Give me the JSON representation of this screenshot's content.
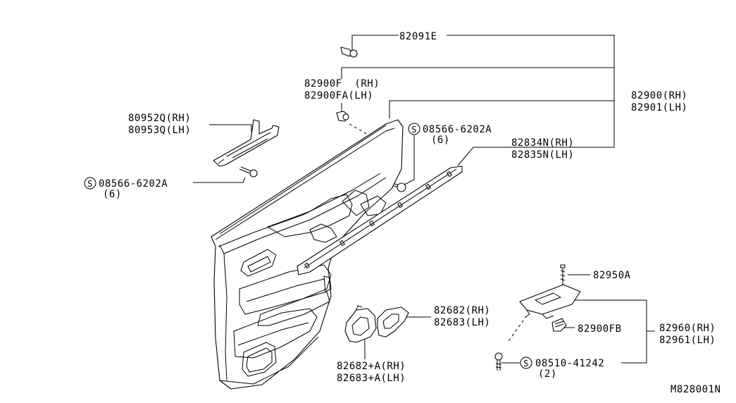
{
  "diagram_code": "M828001N",
  "screw_symbol": "S",
  "labels": {
    "clip_82091e": "82091E",
    "clip_82900f_rh": "82900F  (RH)",
    "clip_82900fa_lh": "82900FA(LH)",
    "trim_82900_rh": "82900(RH)",
    "trim_82901_lh": "82901(LH)",
    "bracket_80952q_rh": "80952Q(RH)",
    "bracket_80953q_lh": "80953Q(LH)",
    "screw_upper_right": "08566-6202A",
    "screw_upper_right_qty": "(6)",
    "screw_left": "08566-6202A",
    "screw_left_qty": "(6)",
    "seal_82834n_rh": "82834N(RH)",
    "seal_82835n_lh": "82835N(LH)",
    "bolt_82950a": "82950A",
    "finisher_82682_rh": "82682(RH)",
    "finisher_82683_lh": "82683(LH)",
    "escutcheon_82682a_rh": "82682+A(RH)",
    "escutcheon_82683a_lh": "82683+A(LH)",
    "clip_82900fb": "82900FB",
    "switch_82960_rh": "82960(RH)",
    "switch_82961_lh": "82961(LH)",
    "screw_lower": "08510-41242",
    "screw_lower_qty": "(2)"
  }
}
